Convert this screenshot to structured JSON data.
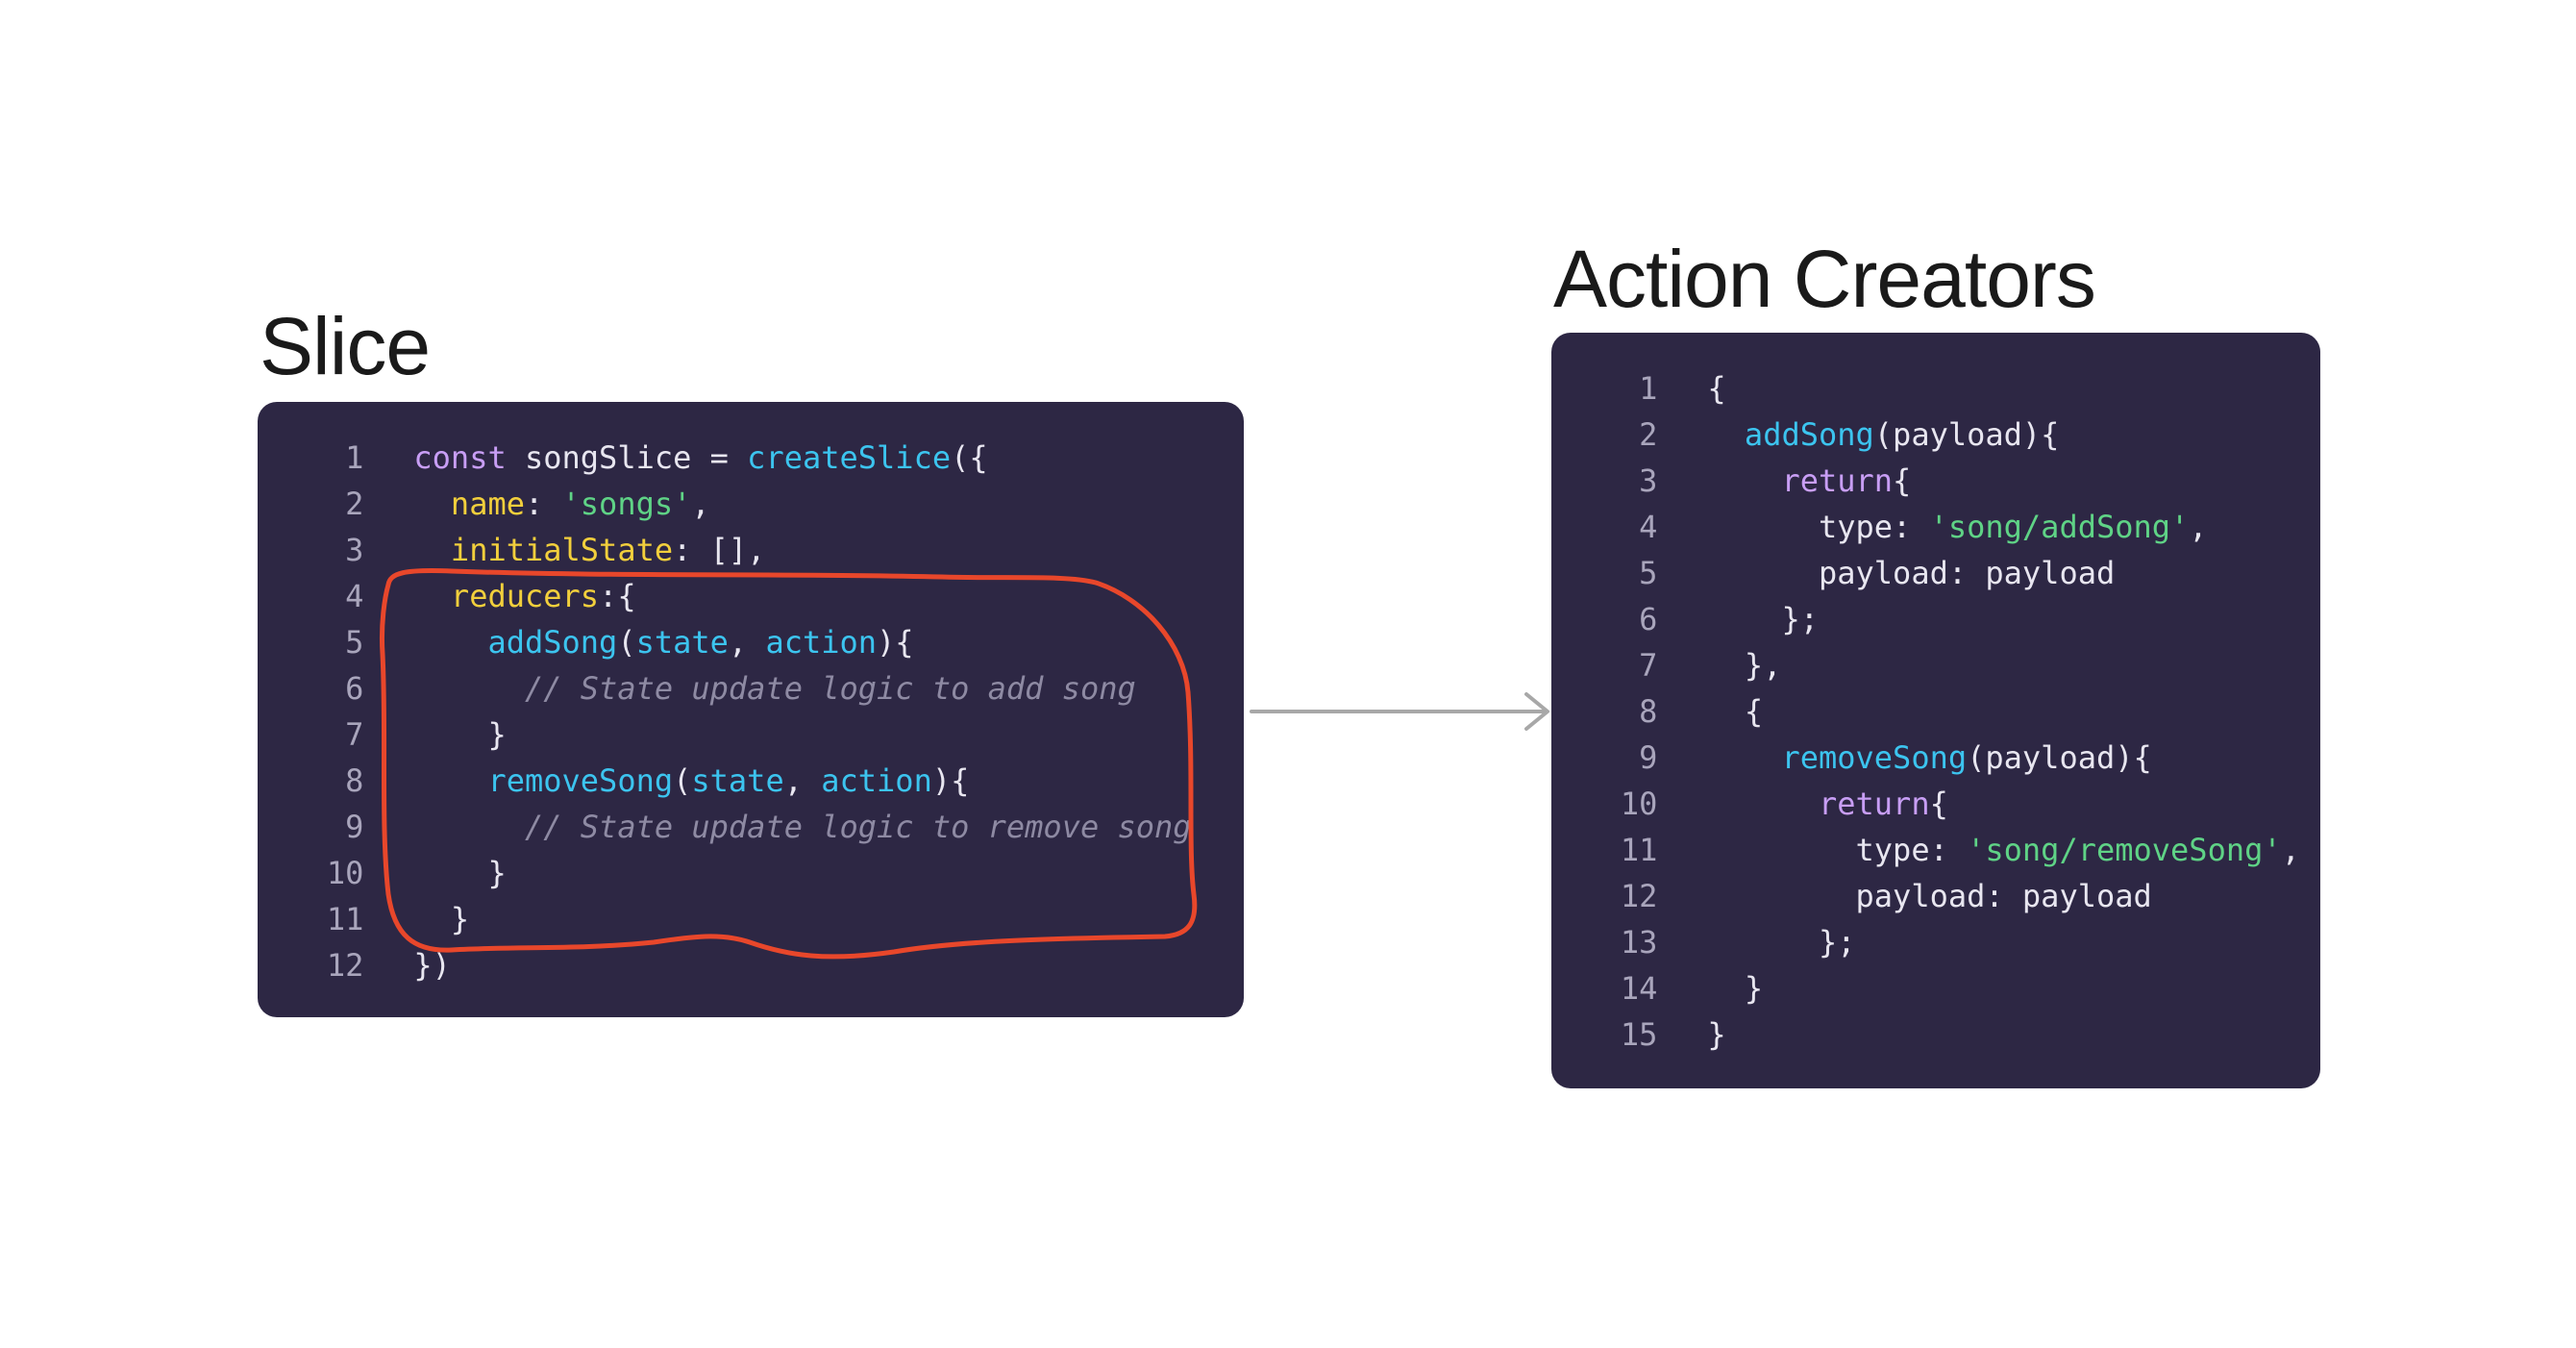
{
  "slice": {
    "title": "Slice",
    "lines": [
      {
        "num": "1",
        "tokens": [
          {
            "t": "kw",
            "v": "const"
          },
          {
            "t": "plain",
            "v": " songSlice = "
          },
          {
            "t": "fn",
            "v": "createSlice"
          },
          {
            "t": "plain",
            "v": "({"
          }
        ]
      },
      {
        "num": "2",
        "tokens": [
          {
            "t": "plain",
            "v": "  "
          },
          {
            "t": "prop",
            "v": "name"
          },
          {
            "t": "plain",
            "v": ": "
          },
          {
            "t": "str",
            "v": "'songs'"
          },
          {
            "t": "plain",
            "v": ","
          }
        ]
      },
      {
        "num": "3",
        "tokens": [
          {
            "t": "plain",
            "v": "  "
          },
          {
            "t": "prop",
            "v": "initialState"
          },
          {
            "t": "plain",
            "v": ": [],"
          }
        ]
      },
      {
        "num": "4",
        "tokens": [
          {
            "t": "plain",
            "v": "  "
          },
          {
            "t": "prop",
            "v": "reducers"
          },
          {
            "t": "plain",
            "v": ":{"
          }
        ]
      },
      {
        "num": "5",
        "tokens": [
          {
            "t": "plain",
            "v": "    "
          },
          {
            "t": "fn",
            "v": "addSong"
          },
          {
            "t": "plain",
            "v": "("
          },
          {
            "t": "fn",
            "v": "state"
          },
          {
            "t": "plain",
            "v": ", "
          },
          {
            "t": "fn",
            "v": "action"
          },
          {
            "t": "plain",
            "v": "){"
          }
        ]
      },
      {
        "num": "6",
        "tokens": [
          {
            "t": "plain",
            "v": "      "
          },
          {
            "t": "cmt",
            "v": "// State update logic to add song"
          }
        ]
      },
      {
        "num": "7",
        "tokens": [
          {
            "t": "plain",
            "v": "    }"
          }
        ]
      },
      {
        "num": "8",
        "tokens": [
          {
            "t": "plain",
            "v": "    "
          },
          {
            "t": "fn",
            "v": "removeSong"
          },
          {
            "t": "plain",
            "v": "("
          },
          {
            "t": "fn",
            "v": "state"
          },
          {
            "t": "plain",
            "v": ", "
          },
          {
            "t": "fn",
            "v": "action"
          },
          {
            "t": "plain",
            "v": "){"
          }
        ]
      },
      {
        "num": "9",
        "tokens": [
          {
            "t": "plain",
            "v": "      "
          },
          {
            "t": "cmt",
            "v": "// State update logic to remove song"
          }
        ]
      },
      {
        "num": "10",
        "tokens": [
          {
            "t": "plain",
            "v": "    }"
          }
        ]
      },
      {
        "num": "11",
        "tokens": [
          {
            "t": "plain",
            "v": "  }"
          }
        ]
      },
      {
        "num": "12",
        "tokens": [
          {
            "t": "plain",
            "v": "})"
          }
        ]
      }
    ]
  },
  "action_creators": {
    "title": "Action Creators",
    "lines": [
      {
        "num": "1",
        "tokens": [
          {
            "t": "plain",
            "v": "{"
          }
        ]
      },
      {
        "num": "2",
        "tokens": [
          {
            "t": "plain",
            "v": "  "
          },
          {
            "t": "fn",
            "v": "addSong"
          },
          {
            "t": "plain",
            "v": "(payload){"
          }
        ]
      },
      {
        "num": "3",
        "tokens": [
          {
            "t": "plain",
            "v": "    "
          },
          {
            "t": "kw",
            "v": "return"
          },
          {
            "t": "plain",
            "v": "{"
          }
        ]
      },
      {
        "num": "4",
        "tokens": [
          {
            "t": "plain",
            "v": "      type: "
          },
          {
            "t": "str",
            "v": "'song/addSong'"
          },
          {
            "t": "plain",
            "v": ","
          }
        ]
      },
      {
        "num": "5",
        "tokens": [
          {
            "t": "plain",
            "v": "      payload: payload"
          }
        ]
      },
      {
        "num": "6",
        "tokens": [
          {
            "t": "plain",
            "v": "    };"
          }
        ]
      },
      {
        "num": "7",
        "tokens": [
          {
            "t": "plain",
            "v": "  },"
          }
        ]
      },
      {
        "num": "8",
        "tokens": [
          {
            "t": "plain",
            "v": "  {"
          }
        ]
      },
      {
        "num": "9",
        "tokens": [
          {
            "t": "plain",
            "v": "    "
          },
          {
            "t": "fn",
            "v": "removeSong"
          },
          {
            "t": "plain",
            "v": "(payload){"
          }
        ]
      },
      {
        "num": "10",
        "tokens": [
          {
            "t": "plain",
            "v": "      "
          },
          {
            "t": "kw",
            "v": "return"
          },
          {
            "t": "plain",
            "v": "{"
          }
        ]
      },
      {
        "num": "11",
        "tokens": [
          {
            "t": "plain",
            "v": "        type: "
          },
          {
            "t": "str",
            "v": "'song/removeSong'"
          },
          {
            "t": "plain",
            "v": ","
          }
        ]
      },
      {
        "num": "12",
        "tokens": [
          {
            "t": "plain",
            "v": "        payload: payload"
          }
        ]
      },
      {
        "num": "13",
        "tokens": [
          {
            "t": "plain",
            "v": "      };"
          }
        ]
      },
      {
        "num": "14",
        "tokens": [
          {
            "t": "plain",
            "v": "  }"
          }
        ]
      },
      {
        "num": "15",
        "tokens": [
          {
            "t": "plain",
            "v": "}"
          }
        ]
      }
    ]
  },
  "colors": {
    "panel_background": "#2d2744",
    "keyword": "#c89ef5",
    "function": "#3cc4ef",
    "property": "#f2cf3c",
    "string": "#5fd386",
    "comment": "#8e8aa3",
    "line_number": "#a9a5bc",
    "highlight_outline": "#e8472b",
    "arrow": "#a8a8a8"
  }
}
